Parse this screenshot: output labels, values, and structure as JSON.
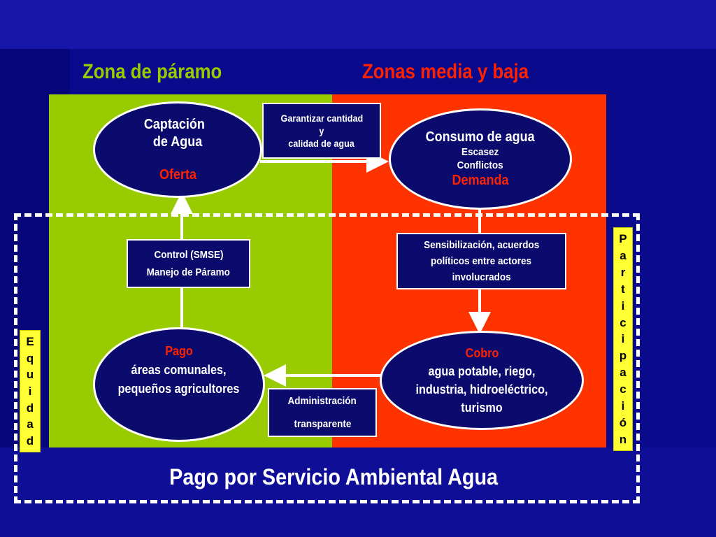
{
  "zones": {
    "left_title": "Zona de páramo",
    "right_title": "Zonas media y baja"
  },
  "captacion": {
    "line1": "Captación",
    "line2": "de Agua",
    "label": "Oferta"
  },
  "consumo": {
    "title": "Consumo de agua",
    "line1": "Escasez",
    "line2": "Conflictos",
    "label": "Demanda"
  },
  "garantizar": {
    "line1": "Garantizar cantidad",
    "line2": "y",
    "line3": "calidad de agua"
  },
  "control": {
    "line1": "Control (SMSE)",
    "line2": "Manejo de Páramo"
  },
  "sensibilizacion": {
    "line1": "Sensibilización, acuerdos",
    "line2": "políticos entre actores",
    "line3": "involucrados"
  },
  "pago": {
    "label": "Pago",
    "line1": "áreas comunales,",
    "line2": "pequeños agricultores"
  },
  "cobro": {
    "label": "Cobro",
    "line1": "agua potable, riego,",
    "line2": "industria, hidroeléctrico,",
    "line3": "turismo"
  },
  "administracion": {
    "line1": "Administración",
    "line2": "transparente"
  },
  "equidad": [
    "E",
    "q",
    "u",
    "i",
    "d",
    "a",
    "d"
  ],
  "participacion": [
    "P",
    "a",
    "r",
    "t",
    "i",
    "c",
    "i",
    "p",
    "a",
    "c",
    "i",
    "ó",
    "n"
  ],
  "footer_title": "Pago por Servicio Ambiental Agua",
  "colors": {
    "background": "#0a0a8c",
    "green_zone": "#99cc00",
    "red_zone": "#ff3300",
    "node_fill": "#0b0b6e",
    "highlight_red": "#ff2200",
    "side_label": "#ffff33"
  }
}
